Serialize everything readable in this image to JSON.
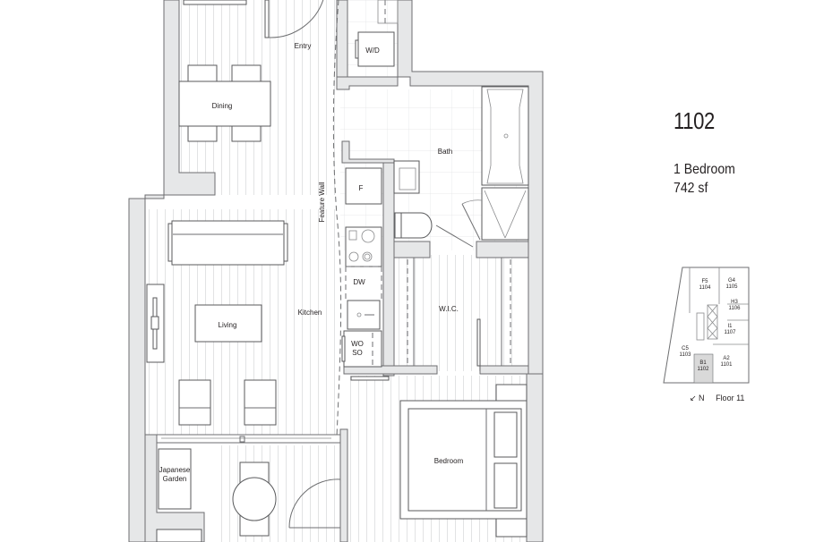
{
  "unit": {
    "number": "1102",
    "type": "1 Bedroom",
    "area": "742 sf"
  },
  "rooms": {
    "entry": "Entry",
    "dining": "Dining",
    "wd": "W/D",
    "bath": "Bath",
    "feature_wall": "Feature Wall",
    "fridge": "F",
    "dishwasher": "DW",
    "wo": "WO",
    "so": "SO",
    "kitchen": "Kitchen",
    "living": "Living",
    "wic": "W.I.C.",
    "bedroom": "Bedroom",
    "garden_line1": "Japanese",
    "garden_line2": "Garden"
  },
  "key_plan": {
    "units": [
      {
        "plan": "F5",
        "number": "1104"
      },
      {
        "plan": "G4",
        "number": "1105"
      },
      {
        "plan": "H3",
        "number": "1106"
      },
      {
        "plan": "I1",
        "number": "1107"
      },
      {
        "plan": "C5",
        "number": "1103"
      },
      {
        "plan": "B1",
        "number": "1102"
      },
      {
        "plan": "A2",
        "number": "1101"
      }
    ],
    "highlighted_unit": "1102",
    "north_label": "↙ N",
    "floor_label": "Floor 11",
    "highlight_color": "#d9d9d9"
  },
  "colors": {
    "wall_fill": "#e6e7e8",
    "line": "#6d6e70",
    "text": "#231f20"
  }
}
